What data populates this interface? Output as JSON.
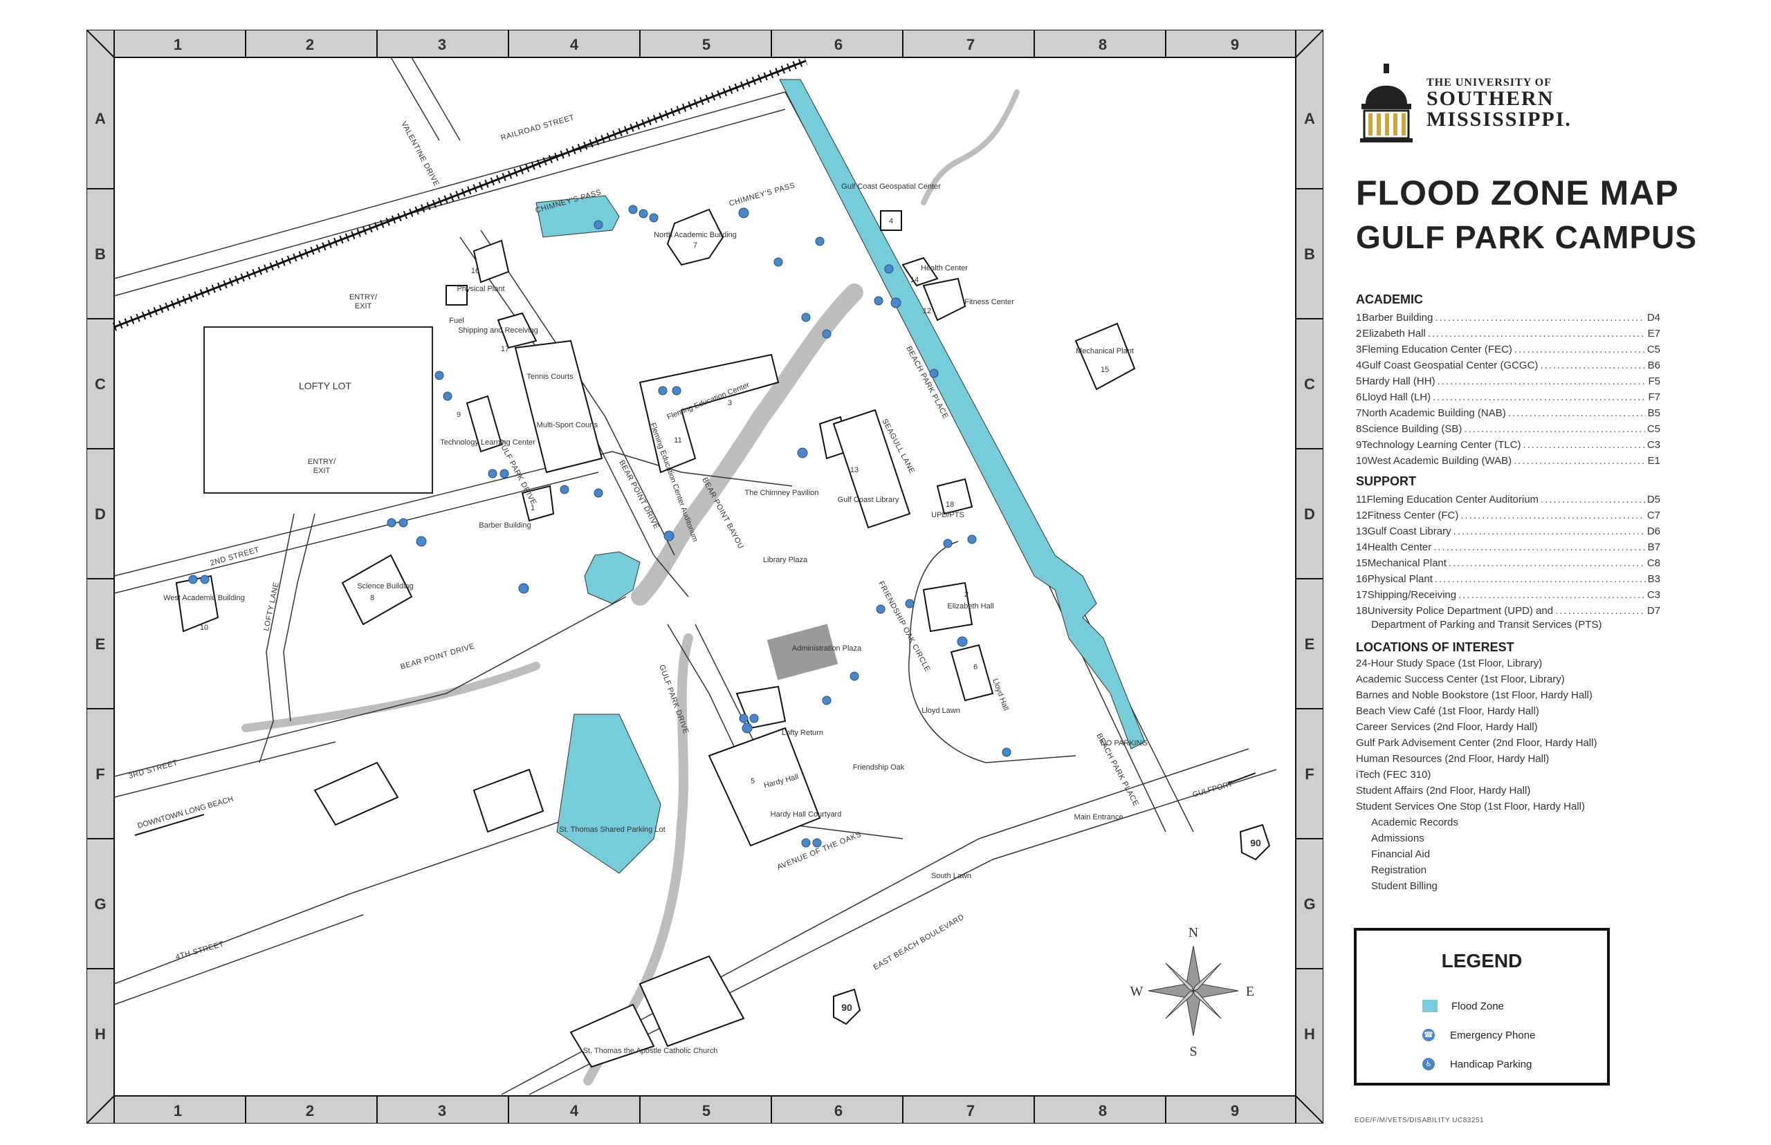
{
  "columns": [
    "1",
    "2",
    "3",
    "4",
    "5",
    "6",
    "7",
    "8",
    "9"
  ],
  "rows": [
    "A",
    "B",
    "C",
    "D",
    "E",
    "F",
    "G",
    "H"
  ],
  "logo": {
    "line1": "THE UNIVERSITY OF",
    "line2": "SOUTHERN",
    "line3": "MISSISSIPPI."
  },
  "title": {
    "line1": "FLOOD ZONE MAP",
    "line2": "GULF PARK CAMPUS"
  },
  "academic": {
    "heading": "ACADEMIC",
    "items": [
      {
        "n": "1",
        "name": "Barber Building",
        "grid": "D4"
      },
      {
        "n": "2",
        "name": "Elizabeth Hall",
        "grid": "E7"
      },
      {
        "n": "3",
        "name": "Fleming Education Center (FEC)",
        "grid": "C5"
      },
      {
        "n": "4",
        "name": "Gulf Coast Geospatial Center (GCGC)",
        "grid": "B6"
      },
      {
        "n": "5",
        "name": "Hardy Hall (HH)",
        "grid": "F5"
      },
      {
        "n": "6",
        "name": "Lloyd Hall (LH)",
        "grid": "F7"
      },
      {
        "n": "7",
        "name": "North Academic Building (NAB)",
        "grid": "B5"
      },
      {
        "n": "8",
        "name": "Science Building (SB)",
        "grid": "C5"
      },
      {
        "n": "9",
        "name": "Technology Learning Center (TLC)",
        "grid": "C3"
      },
      {
        "n": "10",
        "name": "West Academic Building (WAB)",
        "grid": "E1"
      }
    ]
  },
  "support": {
    "heading": "SUPPORT",
    "items": [
      {
        "n": "11",
        "name": "Fleming Education Center Auditorium",
        "grid": "D5"
      },
      {
        "n": "12",
        "name": "Fitness Center (FC)",
        "grid": "C7"
      },
      {
        "n": "13",
        "name": "Gulf Coast Library",
        "grid": "D6"
      },
      {
        "n": "14",
        "name": "Health Center",
        "grid": "B7"
      },
      {
        "n": "15",
        "name": "Mechanical Plant",
        "grid": "C8"
      },
      {
        "n": "16",
        "name": "Physical Plant",
        "grid": "B3"
      },
      {
        "n": "17",
        "name": "Shipping/Receiving",
        "grid": "C3"
      },
      {
        "n": "18",
        "name": "University Police Department (UPD) and",
        "grid": "D7"
      }
    ],
    "continuation": "Department of Parking and Transit Services (PTS)"
  },
  "locations": {
    "heading": "LOCATIONS OF INTEREST",
    "items": [
      "24-Hour Study Space (1st Floor, Library)",
      "Academic Success Center (1st Floor, Library)",
      "Barnes and Noble Bookstore (1st Floor, Hardy Hall)",
      "Beach View Café (1st Floor, Hardy Hall)",
      "Career Services (2nd Floor, Hardy Hall)",
      "Gulf Park Advisement Center (2nd Floor, Hardy Hall)",
      "Human Resources (2nd Floor, Hardy Hall)",
      "iTech (FEC 310)",
      "Student Affairs (2nd Floor, Hardy Hall)",
      "Student Services One Stop (1st Floor, Hardy Hall)"
    ],
    "subitems": [
      "Academic Records",
      "Admissions",
      "Financial Aid",
      "Registration",
      "Student Billing"
    ]
  },
  "legend": {
    "title": "LEGEND",
    "flood": "Flood Zone",
    "phone": "Emergency Phone",
    "handicap": "Handicap Parking",
    "flood_color": "#77ccd9",
    "icon_color": "#4a86c8"
  },
  "fineprint": "EOE/F/M/VETS/DISABILITY  UC83251",
  "streets": {
    "valentine": "VALENTINE DRIVE",
    "railroad": "RAILROAD STREET",
    "chimneys_pass_1": "CHIMNEY'S PASS",
    "chimneys_pass_2": "CHIMNEY'S PASS",
    "gulf_park_drive_1": "GULF PARK DRIVE",
    "gulf_park_drive_2": "GULF PARK DRIVE",
    "bear_point_drive_1": "BEAR POINT DRIVE",
    "bear_point_drive_2": "BEAR POINT DRIVE",
    "bear_point_bayou": "BEAR POINT BAYOU",
    "beach_park_place_1": "BEACH PARK PLACE",
    "beach_park_place_2": "BEACH PARK PLACE",
    "seagull_lane": "SEAGULL LANE",
    "friendship_oak_circle": "FRIENDSHIP OAK CIRCLE",
    "avenue_of_the_oaks": "AVENUE OF THE OAKS",
    "east_beach_blvd": "EAST BEACH BOULEVARD",
    "second_street": "2ND STREET",
    "third_street": "3RD STREET",
    "fourth_street": "4TH STREET",
    "lofty_lane": "LOFTY LANE"
  },
  "places": {
    "lofty_lot": "LOFTY LOT",
    "entry_exit_1a": "ENTRY/",
    "entry_exit_1b": "EXIT",
    "entry_exit_2a": "ENTRY/",
    "entry_exit_2b": "EXIT",
    "fuel": "Fuel",
    "tennis": "Tennis Courts",
    "multi_sport": "Multi-Sport Courts",
    "physical_plant": "Physical Plant",
    "n16": "16",
    "shipping": "Shipping and Receiving",
    "n17": "17",
    "tech_center": "Technology Learning Center",
    "n9": "9",
    "north_academic": "North Academic Building",
    "n7": "7",
    "geospatial": "Gulf Coast Geospatial Center",
    "n4": "4",
    "health_center": "Health Center",
    "n14": "14",
    "fitness_center": "Fitness Center",
    "n12": "12",
    "mechanical_plant": "Mechanical Plant",
    "n15": "15",
    "fleming": "Fleming Education Center",
    "n3": "3",
    "fleming_aud": "Fleming Education Center Auditorium",
    "n11": "11",
    "chimney_pavilion": "The Chimney Pavilion",
    "library": "Gulf Coast Library",
    "n13": "13",
    "upd": "UPD/PTS",
    "n18": "18",
    "barber": "Barber Building",
    "n1": "1",
    "science": "Science Building",
    "n8": "8",
    "west_academic": "West Academic Building",
    "n10": "10",
    "library_plaza": "Library Plaza",
    "elizabeth": "Elizabeth Hall",
    "n2": "2",
    "admin_plaza": "Administration Plaza",
    "lloyd_lawn": "Lloyd Lawn",
    "lloyd_hall": "Lloyd Hall",
    "n6": "6",
    "lofty_return": "Lofty Return",
    "friendship_oak": "Friendship Oak",
    "hardy_hall": "Hardy Hall",
    "n5": "5",
    "hardy_courtyard": "Hardy Hall Courtyard",
    "st_thomas_lot": "St. Thomas Shared Parking Lot",
    "st_thomas_church": "St. Thomas the Apostle Catholic Church",
    "south_lawn": "South Lawn",
    "main_entrance": "Main Entrance",
    "no_parking": "NO PARKING",
    "downtown": "DOWNTOWN LONG BEACH",
    "gulfport": "GULFPORT",
    "hwy": "90",
    "compass_n": "N",
    "compass_s": "S",
    "compass_e": "E",
    "compass_w": "W"
  }
}
